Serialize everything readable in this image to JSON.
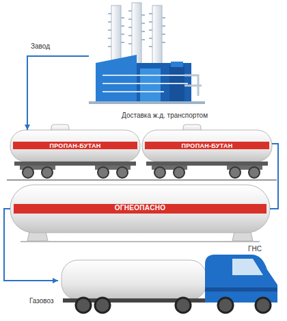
{
  "diagram": {
    "nodes": [
      {
        "text": [
          "Завод"
        ]
      },
      {
        "text": [
          "ПРОПАН-БУТАН"
        ]
      },
      {
        "text": [
          "ПРОПАН-БУТАН"
        ]
      },
      {
        "text": [
          "ОГНЕОПАСНО",
          "ГНС"
        ]
      },
      {
        "text": [
          "Газовоз"
        ]
      }
    ],
    "edges": [
      {
        "from": 0,
        "to": 1,
        "arrow": "to"
      },
      {
        "from": 2,
        "to": 3,
        "arrow": "none"
      },
      {
        "from": 3,
        "to": 4,
        "arrow": "to"
      }
    ],
    "labels": [
      "Доставка ж.д. транспортом"
    ]
  }
}
